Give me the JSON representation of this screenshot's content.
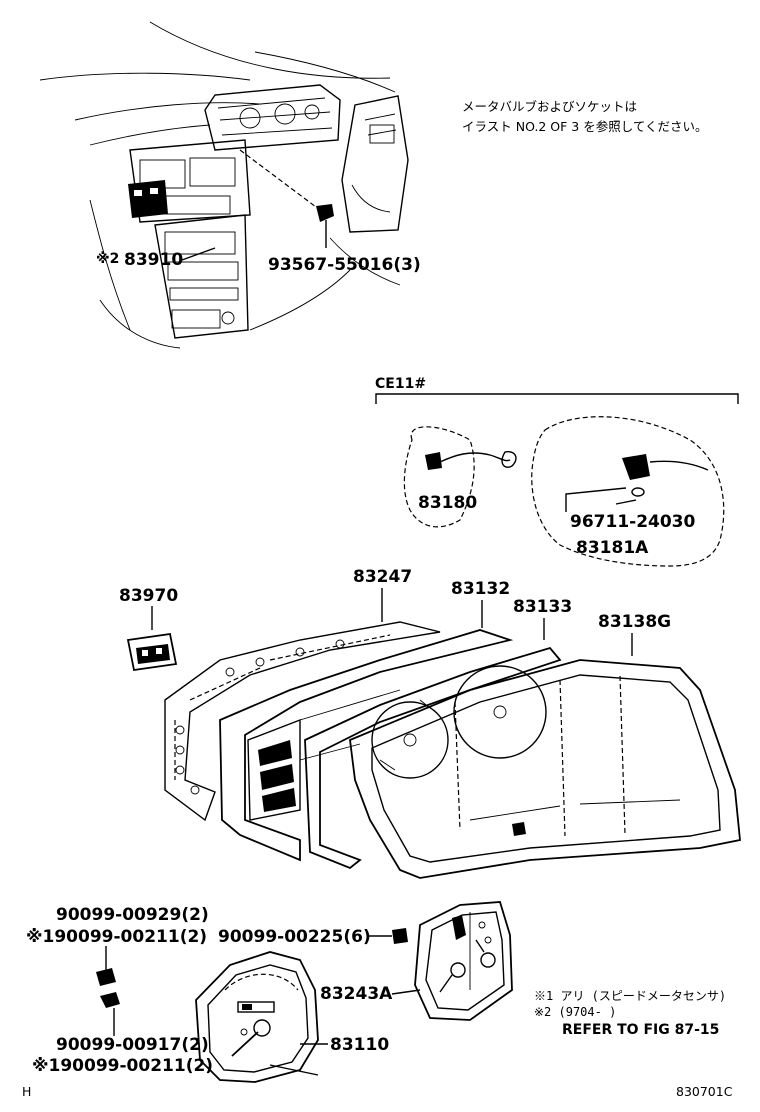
{
  "note_jp": {
    "line1": "メータバルブおよびソケットは",
    "line2": "イラスト NO.2 OF 3 を参照してください。"
  },
  "variant_label": "CE11#",
  "parts": {
    "p83910": "83910",
    "p83910_mark": "※2",
    "p93567": "93567-55016(3)",
    "p83180": "83180",
    "p96711": "96711-24030",
    "p83181a": "83181A",
    "p83970": "83970",
    "p83247": "83247",
    "p83132": "83132",
    "p83133": "83133",
    "p83138g": "83138G",
    "p90099_00929": "90099-00929(2)",
    "p90099_00211_a": "※190099-00211(2)",
    "p90099_00225": "90099-00225(6)",
    "p83243a": "83243A",
    "p90099_00917": "90099-00917(2)",
    "p90099_00211_b": "※190099-00211(2)",
    "p83110": "83110"
  },
  "footnotes": {
    "n1": "※1 アリ (スピードメータセンサ)",
    "n2": "※2 (9704-       )",
    "refer": "REFER TO FIG 87-15"
  },
  "corner_left": "H",
  "corner_right": "830701C"
}
